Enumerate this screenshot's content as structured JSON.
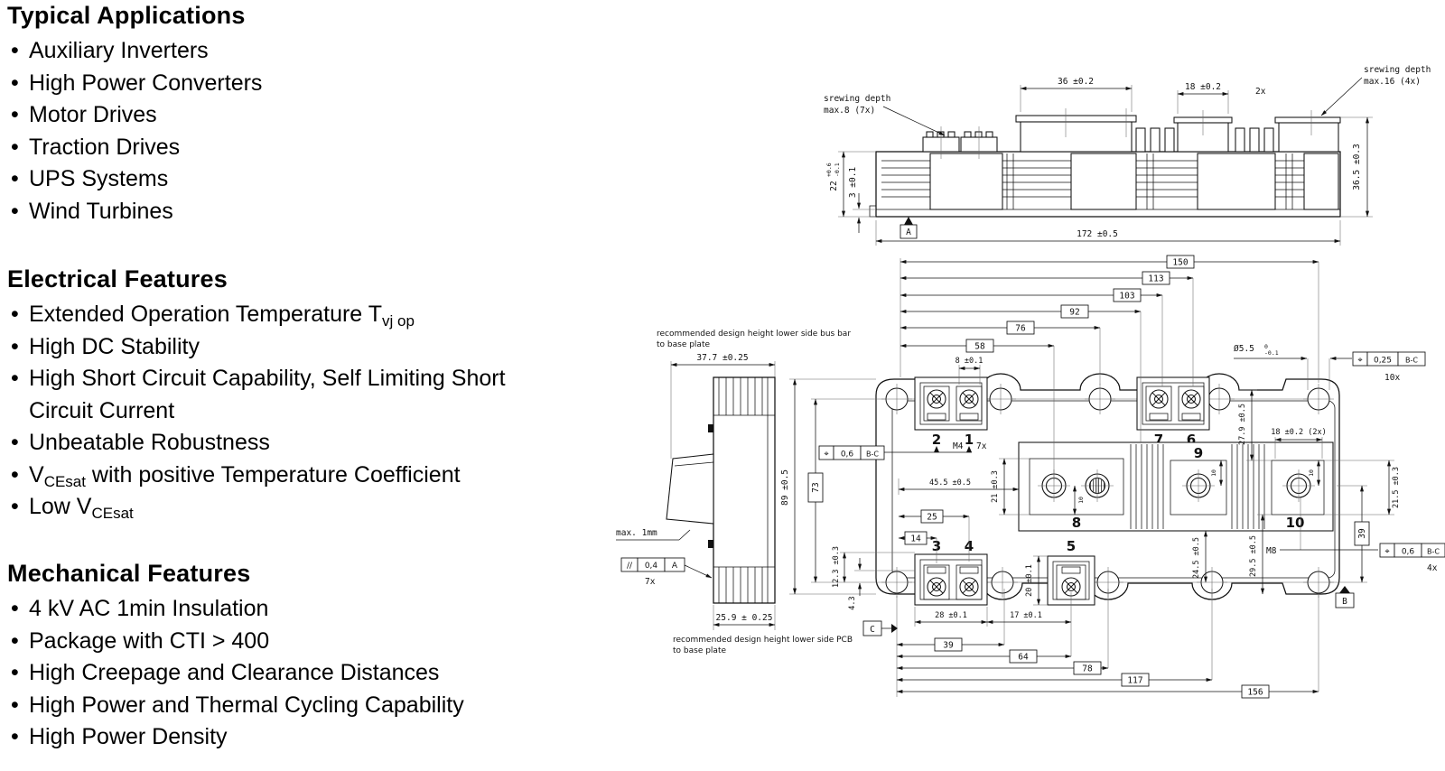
{
  "panel": {
    "s1": {
      "heading": "Typical Applications",
      "items": [
        "Auxiliary Inverters",
        "High Power Converters",
        "Motor Drives",
        "Traction Drives",
        "UPS Systems",
        "Wind Turbines"
      ]
    },
    "s2": {
      "heading": "Electrical Features",
      "i1_pre": "Extended Operation Temperature T",
      "i1_sub": "vj op",
      "i2": "High DC Stability",
      "i3": "High Short Circuit Capability, Self Limiting Short Circuit Current",
      "i4": "Unbeatable Robustness",
      "i5_pre": "V",
      "i5_sub": "CEsat",
      "i5_post": "  with positive Temperature Coefficient",
      "i6_pre": "Low V",
      "i6_sub": "CEsat"
    },
    "s3": {
      "heading": "Mechanical Features",
      "items": [
        "4 kV AC 1min Insulation",
        "Package with CTI > 400",
        "High Creepage and Clearance Distances",
        "High Power and Thermal Cycling Capability",
        "High Power Density"
      ]
    }
  },
  "elevation": {
    "note_left_1": "srewing depth",
    "note_left_2": "max.8  (7x)",
    "note_right_1": "srewing depth",
    "note_right_2": "max.16 (4x)",
    "dim_36": "36 ±0.2",
    "dim_18": "18 ±0.2",
    "qty_2x": "2x",
    "dim_22": "22",
    "dim_22_tol_hi": "+0.6",
    "dim_22_tol_lo": "-0.1",
    "dim_3": "3 ±0.1",
    "dim_36_5": "36.5 ±0.3",
    "dim_172": "172 ±0.5",
    "datum_a": "A"
  },
  "profile": {
    "note_top_1": "recommended design height lower side bus bar",
    "note_top_2": "to base plate",
    "dim_37_7": "37.7 ±0.25",
    "note_max": "max. 1mm",
    "fcf_sym": "//",
    "fcf_val": "0,4",
    "fcf_ref": "A",
    "fcf_qty": "7x",
    "dim_25_9": "25.9 ± 0.25",
    "note_bot_1": "recommended design height lower side PCB",
    "note_bot_2": "to base plate"
  },
  "plan": {
    "chain_top": [
      "58",
      "76",
      "92",
      "103",
      "113",
      "150"
    ],
    "chain_bottom": [
      "39",
      "64",
      "78",
      "117",
      "156"
    ],
    "dim_8": "8 ±0.1",
    "dim_89": "89 ±0.5",
    "dim_73": "73",
    "fcf_pos_sym": "⌖",
    "fcf_left_val": "0,6",
    "fcf_left_ref": "B-C",
    "m4": "M4",
    "m4_qty": "7x",
    "dim_45_5": "45.5 ±0.5",
    "dim_21": "21 ±0.3",
    "dim_25": "25",
    "dim_14": "14",
    "dim_12_3": "12.3 ±0.3",
    "dim_4_3": "4.3",
    "dim_20": "20 ±0.1",
    "dim_28": "28 ±0.1",
    "dim_17": "17 ±0.1",
    "t1": "1",
    "t2": "2",
    "t3": "3",
    "t4": "4",
    "t5": "5",
    "t6": "6",
    "t7": "7",
    "t8": "8",
    "t9": "9",
    "t10": "10",
    "dim_10": "10",
    "dia": "Ø5.5",
    "dia_hi": "0",
    "dia_lo": "-0.1",
    "fcf_holes_val": "0,25",
    "fcf_holes_ref": "B-C",
    "qty_10x": "10x",
    "dim_18_2x": "18 ±0.2  (2x)",
    "dim_27_9": "27.9 ±0.5",
    "dim_21_5": "21.5 ±0.3",
    "dim_39": "39",
    "m8": "M8",
    "fcf_m8_val": "0,6",
    "fcf_m8_ref": "B-C",
    "qty_4x": "4x",
    "dim_24_5": "24.5 ±0.5",
    "dim_29_5": "29.5 ±0.5",
    "datum_b": "B",
    "datum_c": "C"
  }
}
